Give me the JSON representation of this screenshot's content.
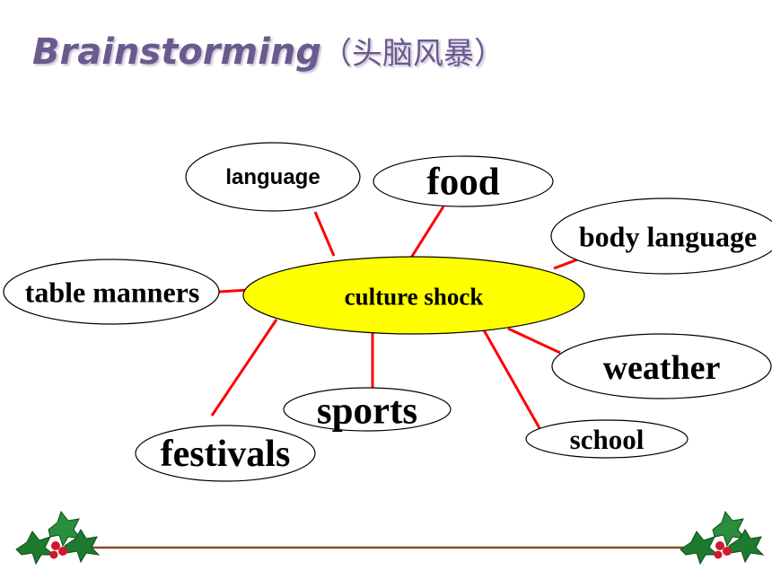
{
  "title": {
    "main": "Brainstorming",
    "sub": "（头脑风暴）"
  },
  "center": {
    "label": "culture shock"
  },
  "nodes": [
    {
      "id": "language",
      "label": "language"
    },
    {
      "id": "food",
      "label": "food"
    },
    {
      "id": "body-language",
      "label": "body language"
    },
    {
      "id": "table-manners",
      "label": "table manners"
    },
    {
      "id": "weather",
      "label": "weather"
    },
    {
      "id": "sports",
      "label": "sports"
    },
    {
      "id": "school",
      "label": "school"
    },
    {
      "id": "festivals",
      "label": "festivals"
    }
  ],
  "colors": {
    "center_fill": "#ffff00",
    "connector": "#ff0000",
    "divider": "#8b4a2b",
    "title": "#6b5a8e"
  },
  "decoration": {
    "icon": "holly-icon"
  }
}
